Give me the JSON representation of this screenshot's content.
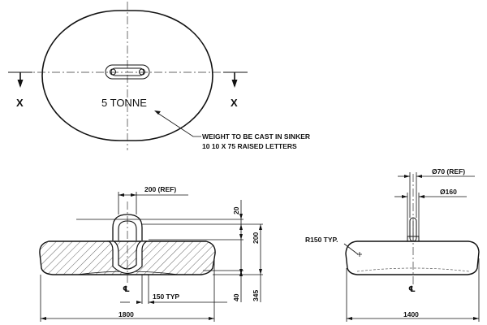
{
  "plan_view": {
    "weight_label": "5 TONNE",
    "section_marker": "X",
    "note_line1": "WEIGHT TO BE CAST IN SINKER",
    "note_line2": "10 10 X 75 RAISED LETTERS"
  },
  "front_section": {
    "dim_lug_width": "200 (REF)",
    "dim_lug_top": "20",
    "dim_lug_height": "200",
    "dim_bottom": "40",
    "dim_total_height": "345",
    "dim_lug_offset": "150 TYP",
    "dim_overall_length": "1800",
    "centerline_symbol": "℄"
  },
  "side_view": {
    "dim_bar_ref": "Ø70 (REF)",
    "dim_boss": "Ø160",
    "radius_note": "R150 TYP.",
    "dim_overall_width": "1400",
    "centerline_symbol": "℄"
  }
}
